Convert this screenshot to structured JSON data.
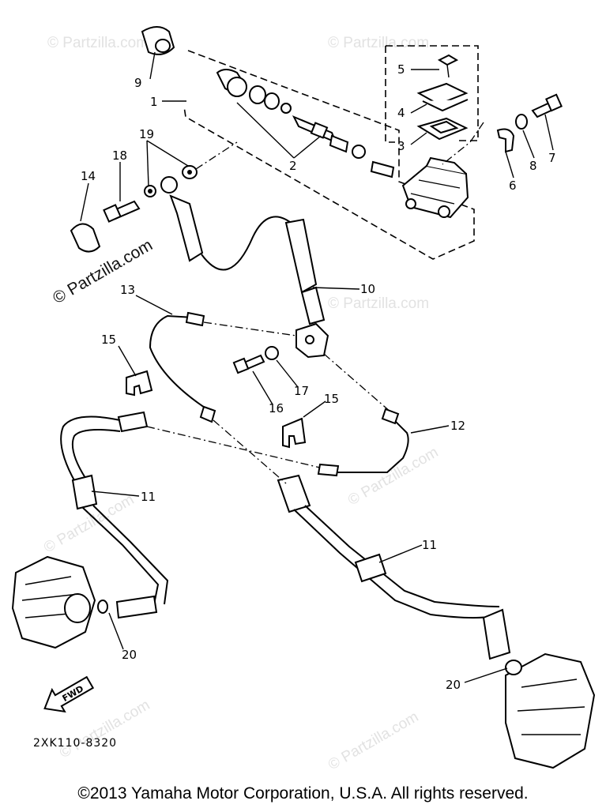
{
  "diagram": {
    "callouts": [
      {
        "id": "c9",
        "text": "9"
      },
      {
        "id": "c1",
        "text": "1"
      },
      {
        "id": "c5",
        "text": "5"
      },
      {
        "id": "c4",
        "text": "4"
      },
      {
        "id": "c3",
        "text": "3"
      },
      {
        "id": "c2",
        "text": "2"
      },
      {
        "id": "c6",
        "text": "6"
      },
      {
        "id": "c8",
        "text": "8"
      },
      {
        "id": "c7",
        "text": "7"
      },
      {
        "id": "c19",
        "text": "19"
      },
      {
        "id": "c18",
        "text": "18"
      },
      {
        "id": "c14",
        "text": "14"
      },
      {
        "id": "c13",
        "text": "13"
      },
      {
        "id": "c10",
        "text": "10"
      },
      {
        "id": "c15a",
        "text": "15"
      },
      {
        "id": "c15b",
        "text": "15"
      },
      {
        "id": "c16",
        "text": "16"
      },
      {
        "id": "c17",
        "text": "17"
      },
      {
        "id": "c12",
        "text": "12"
      },
      {
        "id": "c11a",
        "text": "11"
      },
      {
        "id": "c11b",
        "text": "11"
      },
      {
        "id": "c20a",
        "text": "20"
      },
      {
        "id": "c20b",
        "text": "20"
      }
    ],
    "fwd_label": "FWD",
    "diagram_code": "2XK110-8320",
    "watermark_text": "© Partzilla.com",
    "copyright": "©2013  Yamaha Motor Corporation, U.S.A. All rights reserved."
  }
}
